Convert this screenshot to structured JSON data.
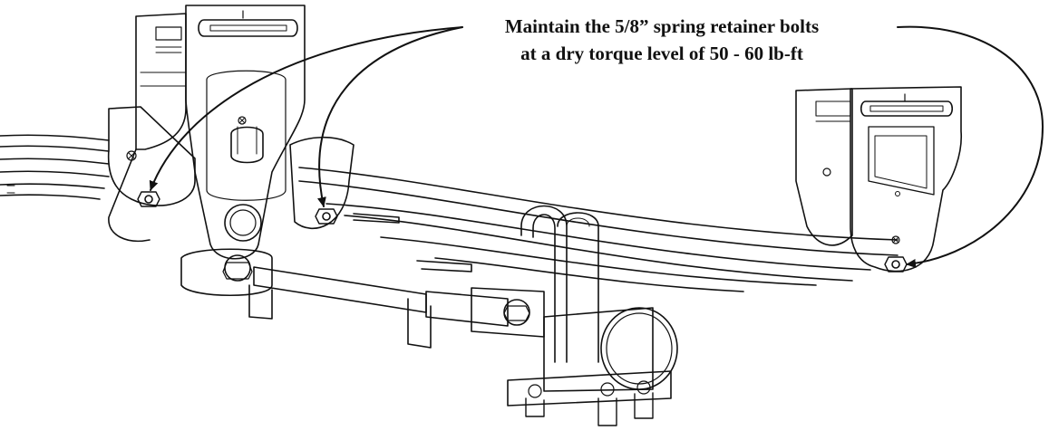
{
  "callout": {
    "line1": "Maintain the 5/8” spring retainer bolts",
    "line2": "at a dry torque level of 50 - 60 lb-ft"
  },
  "colors": {
    "ink": "#111111",
    "background": "#ffffff"
  },
  "icons": [
    "leaf-spring",
    "spring-hanger",
    "equalizer",
    "u-bolt",
    "axle",
    "torque-arm",
    "retainer-bolt",
    "leader-arrow"
  ]
}
